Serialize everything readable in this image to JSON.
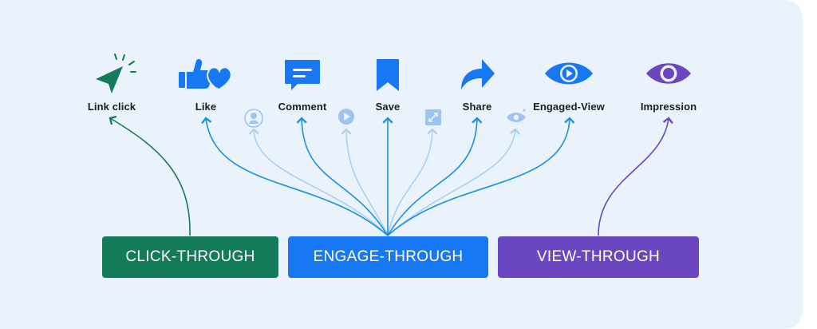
{
  "labels": {
    "link_click": "Link click",
    "like": "Like",
    "comment": "Comment",
    "save": "Save",
    "share": "Share",
    "engaged_view": "Engaged-View",
    "impression": "Impression"
  },
  "categories": {
    "click_through": "CLICK-THROUGH",
    "engage_through": "ENGAGE-THROUGH",
    "view_through": "VIEW-THROUGH"
  },
  "colors": {
    "background": "#eaf3fc",
    "click_through": "#137a5a",
    "engage_through": "#1877f2",
    "view_through": "#6b46c1",
    "faded_icon": "#9ec5f0"
  },
  "icons": {
    "link_click": "cursor-click-icon",
    "like": "thumbs-up-heart-icon",
    "comment": "speech-bubble-icon",
    "save": "bookmark-icon",
    "share": "share-arrow-icon",
    "engaged_view": "eye-play-icon",
    "impression": "eye-icon",
    "faded": [
      "user-avatar-icon",
      "play-circle-icon",
      "expand-icon",
      "eye-icon"
    ]
  }
}
